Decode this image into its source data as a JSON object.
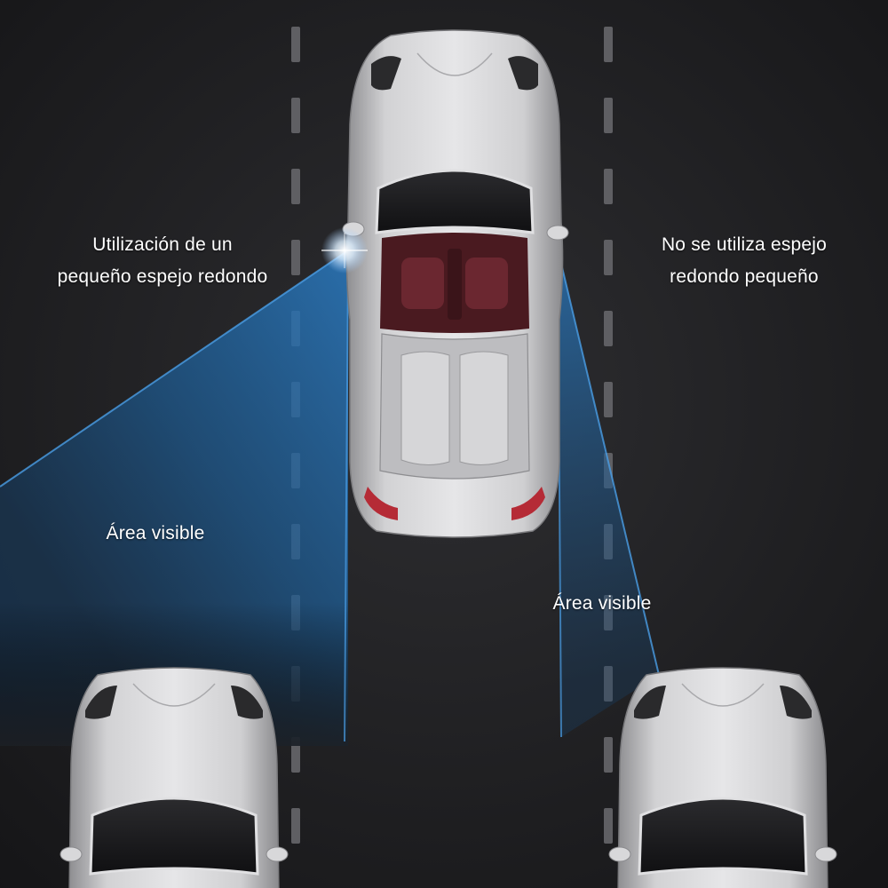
{
  "labels": {
    "left_caption_line1": "Utilización de un",
    "left_caption_line2": "pequeño espejo redondo",
    "right_caption_line1": "No se utiliza espejo",
    "right_caption_line2": "redondo pequeño",
    "left_area": "Área visible",
    "right_area": "Área visible"
  },
  "colors": {
    "road": "#1c1c1e",
    "lane_marking": "#6e6e72",
    "visible_area": "#1f5a8c",
    "visible_edge": "#3f8fd6",
    "car_body": "#c9c9cb",
    "car_interior": "#5a1f26",
    "text": "#ffffff"
  },
  "icons": [
    "car-icon",
    "mirror-flare-icon"
  ]
}
